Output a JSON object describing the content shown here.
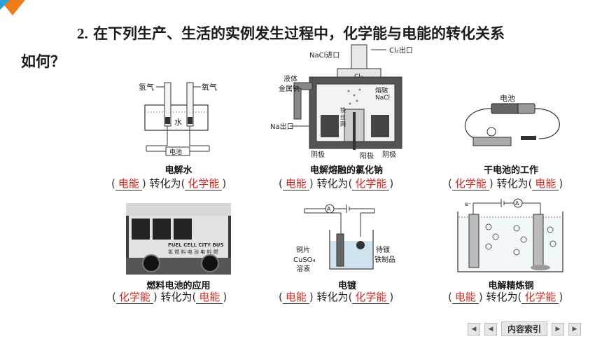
{
  "question": {
    "number": "2.",
    "line1": "在下列生产、生活的实例发生过程中，化学能与电能的转化关系",
    "line2": "如何？"
  },
  "conversion_word": "转化为",
  "figures": [
    {
      "caption": "电解水",
      "from": "电能",
      "to": "化学能",
      "labels": {
        "h2": "氢气",
        "o2": "氧气",
        "water": "水",
        "battery": "电池"
      }
    },
    {
      "caption": "电解熔融的氯化钠",
      "from": "电能",
      "to": "化学能",
      "labels": {
        "nacl_in": "NaCl进口",
        "cl2_out": "Cl₂出口",
        "cl2": "Cl₂",
        "liquid": "液体",
        "metal_na": "金属钠",
        "molten": "熔融",
        "nacl": "NaCl",
        "na_out": "Na出口",
        "cathode_l": "阴极",
        "cathode_r": "阴极",
        "anode": "阳极",
        "mesh1": "铁",
        "mesh2": "丝",
        "mesh3": "网"
      }
    },
    {
      "caption": "干电池的工作",
      "from": "化学能",
      "to": "电能",
      "labels": {
        "battery": "电池"
      }
    },
    {
      "caption": "燃料电池的应用",
      "from": "化学能",
      "to": "电能",
      "labels": {
        "bus_text": "FUEL CELL CITY BUS",
        "bus_cn": "氢 燃 料 电 池 电 料 燃"
      }
    },
    {
      "caption": "电镀",
      "from": "电能",
      "to": "化学能",
      "labels": {
        "copper": "铜片",
        "cuso4": "CuSO₄",
        "solution": "溶液",
        "plated1": "待镀",
        "plated2": "铁制品",
        "ammeter": "A"
      }
    },
    {
      "caption": "电解精炼铜",
      "from": "电能",
      "to": "化学能",
      "labels": {
        "ammeter": "A",
        "electron": "e⁻"
      }
    }
  ],
  "nav": {
    "first": "◀",
    "prev": "◀",
    "index": "内容索引",
    "next": "▶",
    "last": "▶"
  }
}
